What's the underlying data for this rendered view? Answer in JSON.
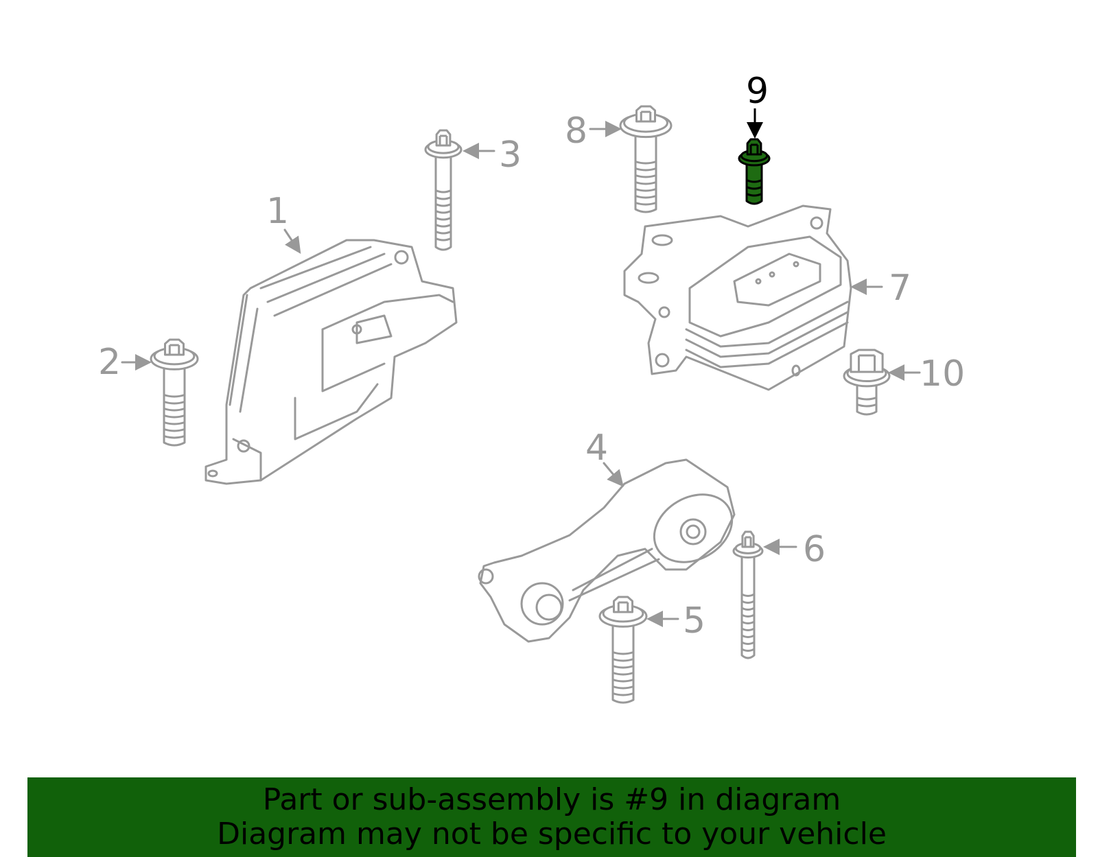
{
  "diagram": {
    "highlighted_part": "9",
    "colors": {
      "part_stroke": "#999999",
      "highlight_fill": "#1e6b12",
      "highlight_label": "#000000",
      "banner": "#11610a"
    },
    "callouts": [
      {
        "number": "1",
        "part": "mount-bracket"
      },
      {
        "number": "2",
        "part": "bolt"
      },
      {
        "number": "3",
        "part": "bolt"
      },
      {
        "number": "4",
        "part": "torque-rod"
      },
      {
        "number": "5",
        "part": "bolt"
      },
      {
        "number": "6",
        "part": "bolt"
      },
      {
        "number": "7",
        "part": "transmission-mount"
      },
      {
        "number": "8",
        "part": "bolt"
      },
      {
        "number": "9",
        "part": "bolt"
      },
      {
        "number": "10",
        "part": "bolt"
      }
    ]
  },
  "banner": {
    "line1": "Part or sub-assembly is #9 in diagram",
    "line2": "Diagram may not be specific to your vehicle"
  }
}
